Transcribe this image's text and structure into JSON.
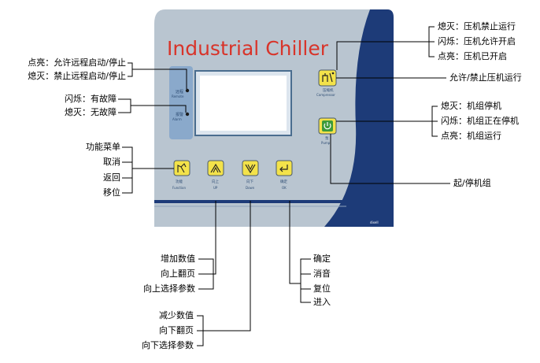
{
  "panel": {
    "title": "Industrial Chiller",
    "remote_led_label_cn": "远程",
    "remote_led_label_en": "Remote",
    "alarm_led_label_cn": "报警",
    "alarm_led_label_en": "Alarm",
    "compressor_btn_cn": "压缩机",
    "compressor_btn_en": "Compressor",
    "pump_btn_cn": "泵",
    "pump_btn_en": "Pump",
    "function_btn_cn": "功能",
    "function_btn_en": "Function",
    "up_btn_cn": "向上",
    "up_btn_en": "UP",
    "down_btn_cn": "向下",
    "down_btn_en": "Down",
    "ok_btn_cn": "确定",
    "ok_btn_en": "OK",
    "brand": "dixell"
  },
  "annotations": {
    "remote_on": "点亮：允许远程启动/停止",
    "remote_off": "熄灭：禁止远程启动/停止",
    "alarm_flash": "闪烁：有故障",
    "alarm_off": "熄灭：无故障",
    "function_menu": "功能菜单",
    "function_cancel": "取消",
    "function_back": "返回",
    "function_shift": "移位",
    "up_increase": "增加数值",
    "up_page": "向上翻页",
    "up_select": "向上选择参数",
    "down_decrease": "减少数值",
    "down_page": "向下翻页",
    "down_select": "向下选择参数",
    "ok_confirm": "确定",
    "ok_mute": "消音",
    "ok_reset": "复位",
    "ok_enter": "进入",
    "comp_off": "熄灭：压机禁止运行",
    "comp_flash": "闪烁：压机允许开启",
    "comp_on": "点亮：压机已开启",
    "comp_button": "允许/禁止压机运行",
    "unit_off": "熄灭：机组停机",
    "unit_flash": "闪烁：机组正在停机",
    "unit_on": "点亮：机组运行",
    "unit_button": "起/停机组"
  },
  "colors": {
    "panel_body": "#b9c5d0",
    "panel_left": "#8aa9cb",
    "navy": "#1d3b78",
    "title_red": "#d8342a",
    "button_yellow": "#f3e24a",
    "screen_border": "#4a6d8f"
  }
}
